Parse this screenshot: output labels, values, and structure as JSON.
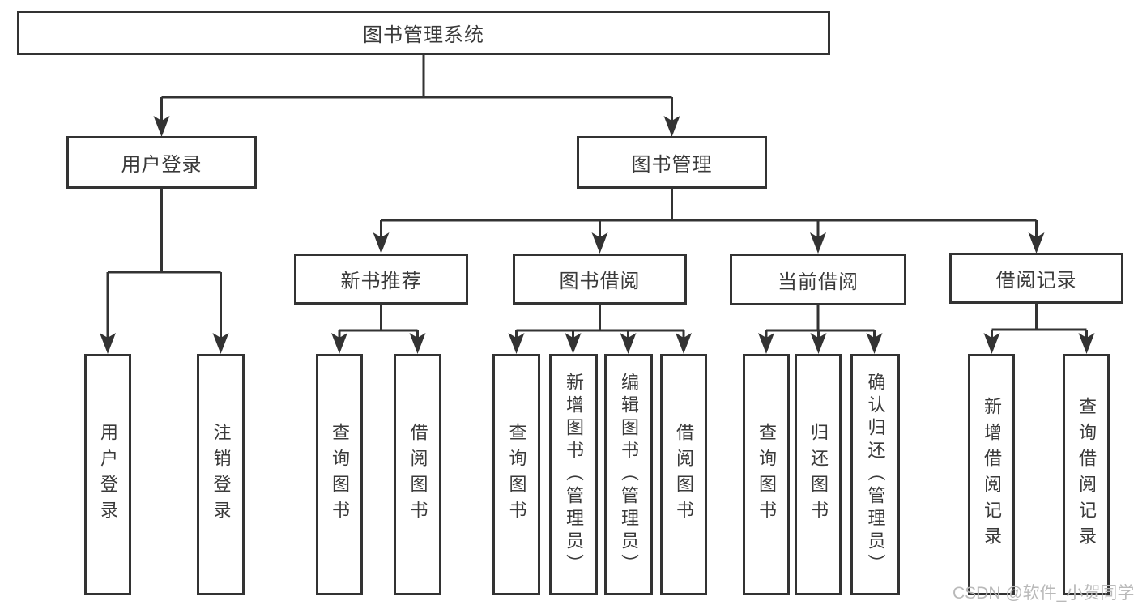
{
  "tree": {
    "label": "图书管理系统",
    "children": [
      {
        "label": "用户登录",
        "children": [
          {
            "label": "用户登录"
          },
          {
            "label": "注销登录"
          }
        ]
      },
      {
        "label": "图书管理",
        "children": [
          {
            "label": "新书推荐",
            "children": [
              {
                "label": "查询图书"
              },
              {
                "label": "借阅图书"
              }
            ]
          },
          {
            "label": "图书借阅",
            "children": [
              {
                "label": "查询图书"
              },
              {
                "label": "新增图书（管理员）"
              },
              {
                "label": "编辑图书（管理员）"
              },
              {
                "label": "借阅图书"
              }
            ]
          },
          {
            "label": "当前借阅",
            "children": [
              {
                "label": "查询图书"
              },
              {
                "label": "归还图书"
              },
              {
                "label": "确认归还（管理员）"
              }
            ]
          },
          {
            "label": "借阅记录",
            "children": [
              {
                "label": "新增借阅记录"
              },
              {
                "label": "查询借阅记录"
              }
            ]
          }
        ]
      }
    ]
  },
  "watermark": {
    "text": "CSDN @软件_小贺同学"
  },
  "colors": {
    "line": "#333333",
    "text": "#3a3a3a",
    "watermark": "#b9b9b9",
    "background": "#ffffff"
  }
}
